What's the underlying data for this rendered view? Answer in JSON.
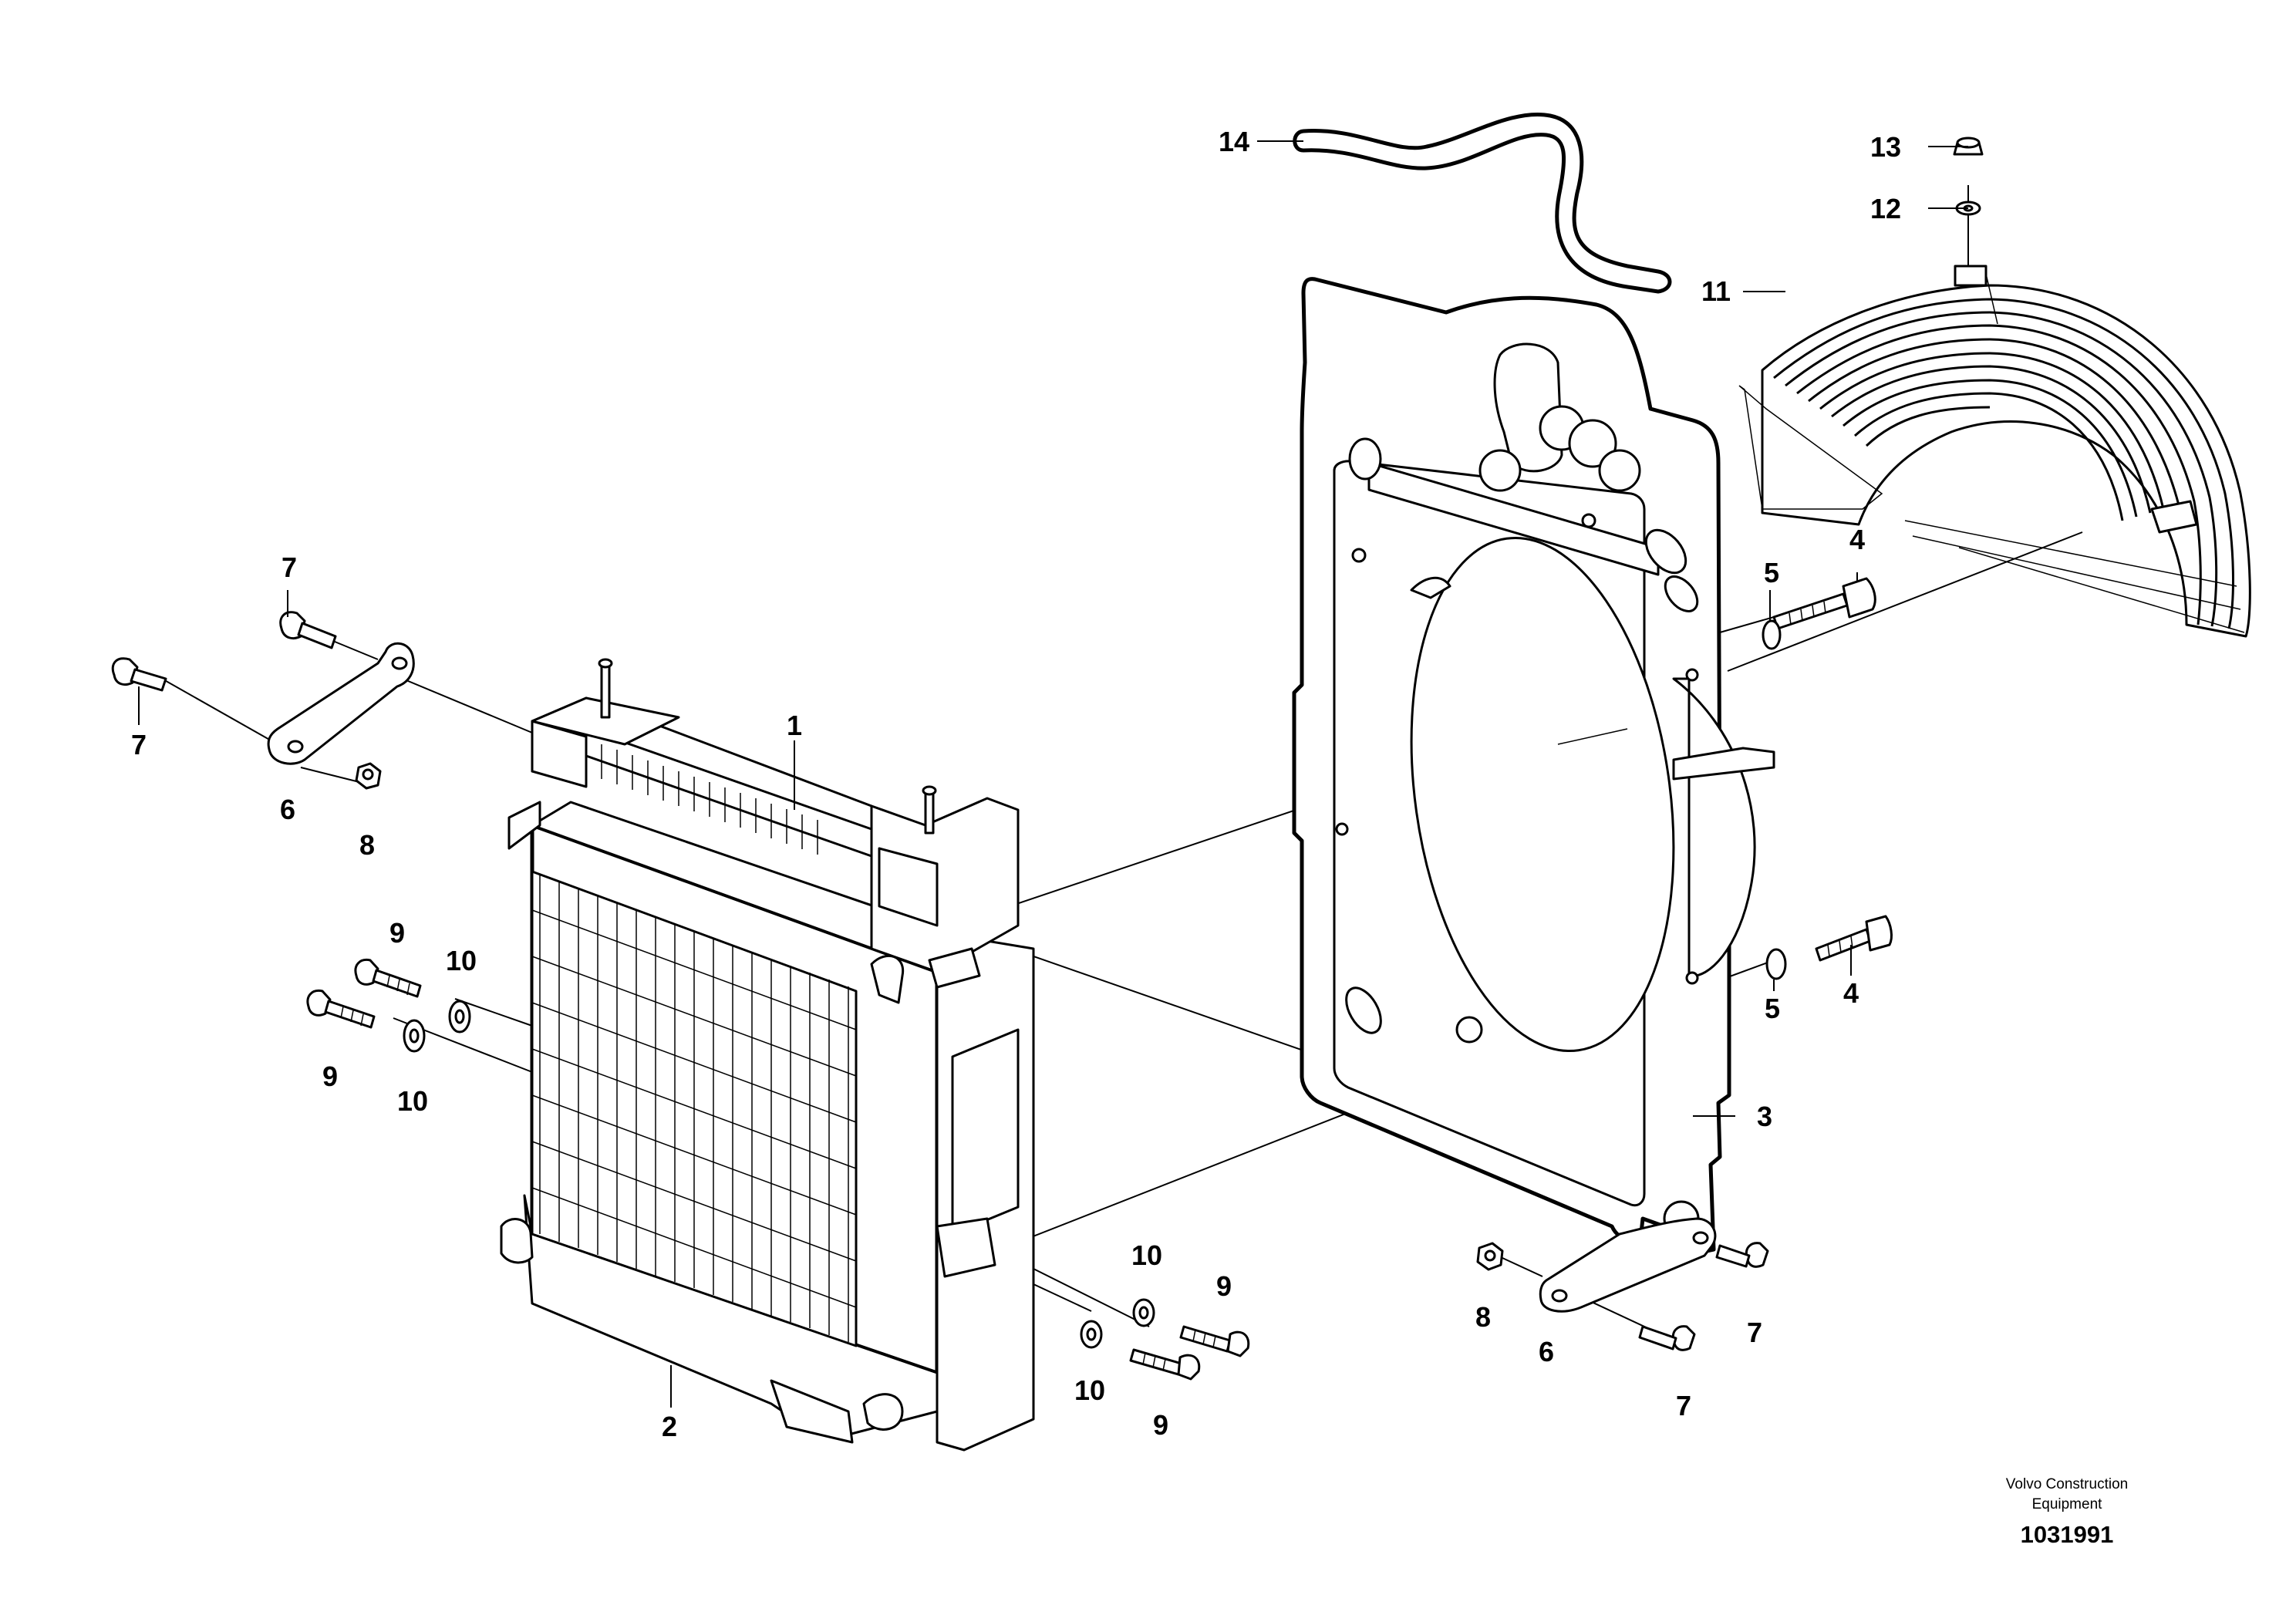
{
  "diagram": {
    "callouts": [
      {
        "id": "c1",
        "text": "1"
      },
      {
        "id": "c2",
        "text": "2"
      },
      {
        "id": "c3",
        "text": "3"
      },
      {
        "id": "c4a",
        "text": "4"
      },
      {
        "id": "c4b",
        "text": "4"
      },
      {
        "id": "c5a",
        "text": "5"
      },
      {
        "id": "c5b",
        "text": "5"
      },
      {
        "id": "c6a",
        "text": "6"
      },
      {
        "id": "c6b",
        "text": "6"
      },
      {
        "id": "c7a",
        "text": "7"
      },
      {
        "id": "c7b",
        "text": "7"
      },
      {
        "id": "c7c",
        "text": "7"
      },
      {
        "id": "c7d",
        "text": "7"
      },
      {
        "id": "c8a",
        "text": "8"
      },
      {
        "id": "c8b",
        "text": "8"
      },
      {
        "id": "c9a",
        "text": "9"
      },
      {
        "id": "c9b",
        "text": "9"
      },
      {
        "id": "c9c",
        "text": "9"
      },
      {
        "id": "c9d",
        "text": "9"
      },
      {
        "id": "c10a",
        "text": "10"
      },
      {
        "id": "c10b",
        "text": "10"
      },
      {
        "id": "c10c",
        "text": "10"
      },
      {
        "id": "c10d",
        "text": "10"
      },
      {
        "id": "c11",
        "text": "11"
      },
      {
        "id": "c12",
        "text": "12"
      },
      {
        "id": "c13",
        "text": "13"
      },
      {
        "id": "c14",
        "text": "14"
      }
    ]
  },
  "credit": {
    "line1": "Volvo Construction",
    "line2": "Equipment",
    "number": "1031991"
  }
}
